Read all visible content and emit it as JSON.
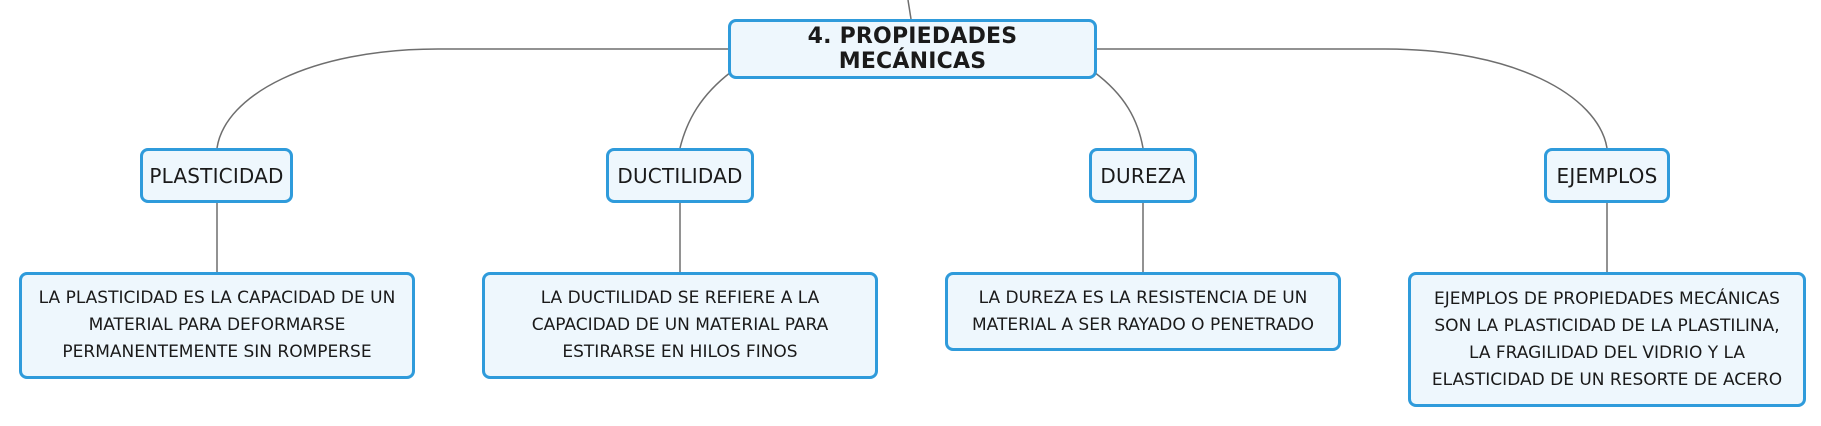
{
  "diagram": {
    "root": {
      "title": "4. PROPIEDADES MECÁNICAS"
    },
    "topics": [
      {
        "label": "PLASTICIDAD",
        "description": "LA PLASTICIDAD ES LA CAPACIDAD DE UN MATERIAL PARA DEFORMARSE PERMANENTEMENTE SIN ROMPERSE"
      },
      {
        "label": "DUCTILIDAD",
        "description": "LA DUCTILIDAD SE REFIERE A LA CAPACIDAD DE UN MATERIAL PARA ESTIRARSE EN HILOS FINOS"
      },
      {
        "label": "DUREZA",
        "description": "LA DUREZA ES LA RESISTENCIA DE UN MATERIAL A SER RAYADO O PENETRADO"
      },
      {
        "label": "EJEMPLOS",
        "description": "EJEMPLOS DE PROPIEDADES MECÁNICAS SON LA PLASTICIDAD DE LA PLASTILINA, LA FRAGILIDAD DEL VIDRIO Y LA ELASTICIDAD DE UN RESORTE DE ACERO"
      }
    ],
    "colors": {
      "border": "#2f9bdb",
      "fill": "#eef7fd",
      "connector": "#6e6e6e"
    }
  }
}
